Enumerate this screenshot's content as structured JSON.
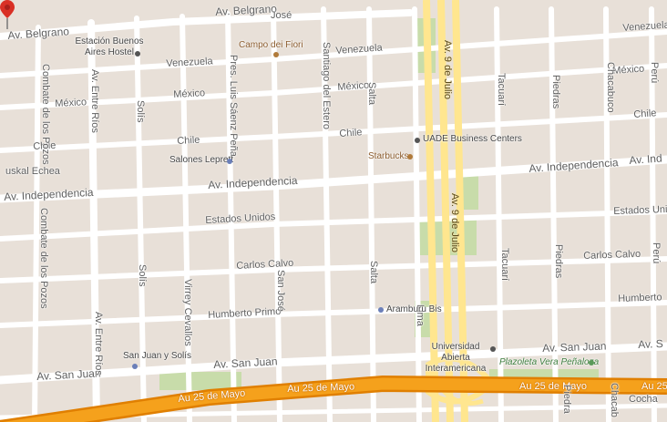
{
  "map": {
    "colors": {
      "background": "#e8e0d8",
      "street": "#ffffff",
      "highway": "#f5a11c",
      "highway_edge": "#e07f00",
      "arterial": "#ffe68f",
      "park": "#c8dcaa",
      "pin": "#d93025"
    },
    "streets": {
      "av_belgrano": "Av. Belgrano",
      "venezuela": "Venezuela",
      "mexico": "México",
      "chile": "Chile",
      "av_independencia": "Av. Independencia",
      "estados_unidos": "Estados Unidos",
      "estados_unidos_short": "Estados Unido",
      "carlos_calvo": "Carlos Calvo",
      "humberto_primo": "Humberto Primo",
      "humberto_short": "Humberto",
      "av_san_juan": "Av. San Juan",
      "av_san_juan_short": "Av. S",
      "au_25_de_mayo": "Au 25 de Mayo",
      "au_25_short": "Au 25",
      "av_9_de_julio": "Av. 9 de Julio",
      "av_9_de_julio_short": "Av. 9 de Julio",
      "combate_de_los_pozos": "Combate de los Pozos",
      "av_entre_rios": "Av. Entre Ríos",
      "solis": "Solís",
      "pres_luis_saenz_pena": "Pres. Luis Sáenz Peña",
      "santiago_del_estero": "Santiago del Estero",
      "salta": "Salta",
      "tacuari": "Tacuarí",
      "piedras": "Piedras",
      "chacabuco": "Chacabuco",
      "peru": "Perú",
      "virrey_cevallos": "Virrey Cevallos",
      "san_jose": "San José",
      "lima": "Lima",
      "jose_fragment": "José",
      "cocha_fragment": "Cocha",
      "uskal_fragment": "uskal Echea",
      "ind_fragment": "Av. Ind",
      "chacab_fragment": "Chacab",
      "piedra_fragment": "Piedra"
    },
    "pois": {
      "hostel": "Estación Buenos Aires Hostel",
      "campo_dei_fiori": "Campo dei Fiori",
      "uade": "UADE Business Centers",
      "salones_leprett": "Salones Leprett",
      "starbucks": "Starbucks",
      "aramburu": "Aramburu Bis",
      "san_juan_y_solis": "San Juan y Solís",
      "universidad_abierta": "Universidad Abierta Interamericana",
      "plazoleta": "Plazoleta Vera Peñaloza"
    }
  }
}
